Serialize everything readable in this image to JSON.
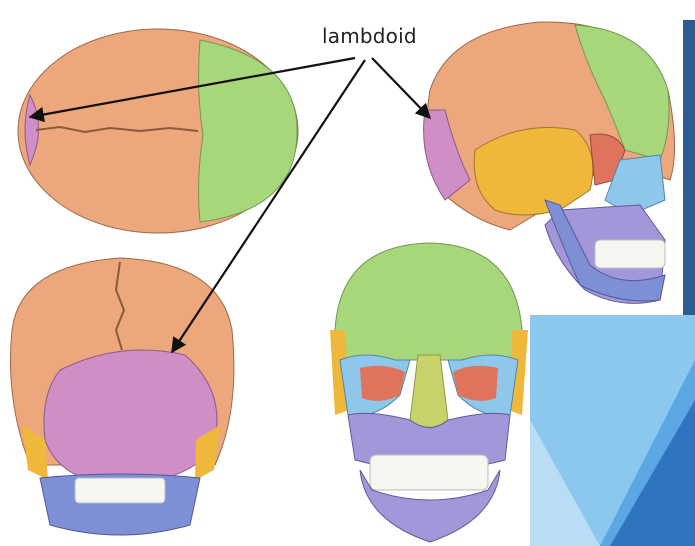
{
  "label": {
    "text": "lambdoid"
  },
  "colors": {
    "parietal": "#eca77d",
    "frontal": "#a8d67a",
    "occipital": "#cf8ec6",
    "temporal": "#f0b83a",
    "sphenoid": "#e0735d",
    "zygomatic": "#8fc7ea",
    "maxilla": "#a397d9",
    "mandible": "#7f8fd6",
    "nasal": "#c8d26a",
    "teeth": "#f6f6f1",
    "arrow": "#111111",
    "panel_blue": "#3f8fd6",
    "panel_light": "#8cc7ee",
    "panel_dark": "#2b5c96"
  },
  "figures": [
    {
      "id": "superior",
      "view": "superior-view"
    },
    {
      "id": "lateral",
      "view": "lateral-view"
    },
    {
      "id": "posterior",
      "view": "posterior-view"
    },
    {
      "id": "anterior",
      "view": "anterior-view"
    }
  ]
}
